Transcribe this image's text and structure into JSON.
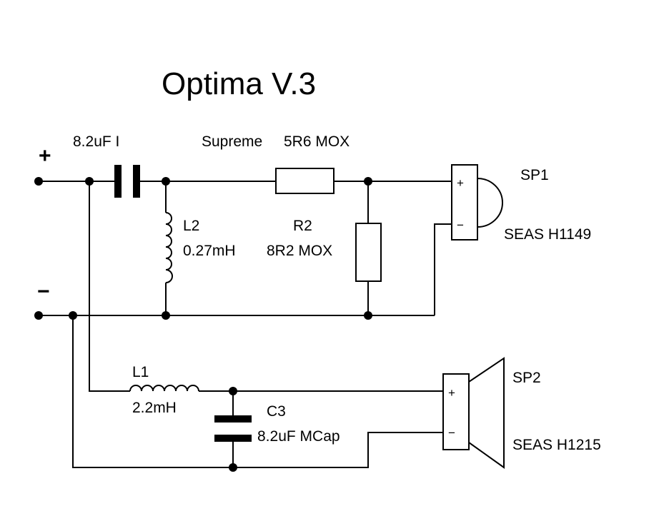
{
  "title": "Optima V.3",
  "terminals": {
    "plus": "+",
    "minus": "−"
  },
  "c1": {
    "label": "8.2uF I",
    "note": "Supreme"
  },
  "r1": {
    "label": "5R6 MOX"
  },
  "l2": {
    "name": "L2",
    "value": "0.27mH"
  },
  "r2": {
    "name": "R2",
    "value": "8R2 MOX"
  },
  "sp1": {
    "name": "SP1",
    "model": "SEAS H1149",
    "plus": "+",
    "minus": "−"
  },
  "l1": {
    "name": "L1",
    "value": "2.2mH"
  },
  "c3": {
    "name": "C3",
    "value": "8.2uF MCap"
  },
  "sp2": {
    "name": "SP2",
    "model": "SEAS H1215",
    "plus": "+",
    "minus": "−"
  }
}
